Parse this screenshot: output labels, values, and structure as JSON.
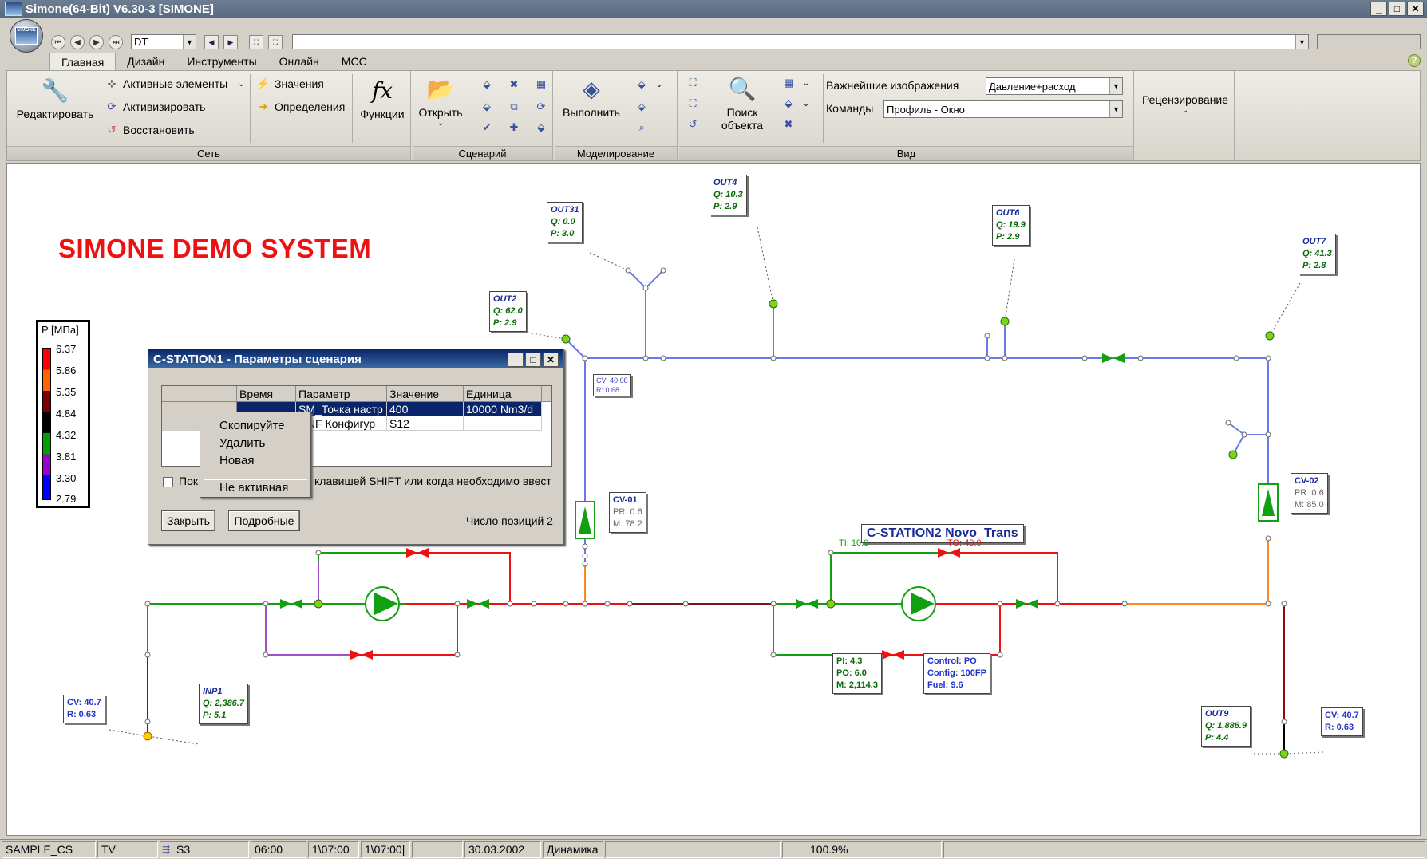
{
  "window": {
    "title": "Simone(64-Bit) V6.30-3 [SIMONE]"
  },
  "quickbar": {
    "orb_label": "SIMONE",
    "combo_value": "DT"
  },
  "tabs": [
    "Главная",
    "Дизайн",
    "Инструменты",
    "Онлайн",
    "MCC"
  ],
  "ribbon": {
    "net": {
      "label": "Сеть",
      "edit": "Редактировать",
      "active_elements": "Активные элементы",
      "activate": "Активизировать",
      "restore": "Восстановить",
      "values": "Значения",
      "definitions": "Определения",
      "functions": "Функции"
    },
    "scenario": {
      "label": "Сценарий",
      "open": "Открыть"
    },
    "modeling": {
      "label": "Моделирование",
      "run": "Выполнить"
    },
    "view": {
      "label": "Вид",
      "search_line1": "Поиск",
      "search_line2": "объекта",
      "key_images_label": "Важнейшие изображения",
      "key_images_value": "Давление+расход",
      "commands_label": "Команды",
      "commands_value": "Профиль - Окно"
    },
    "review": {
      "label": "Рецензирование"
    }
  },
  "canvas": {
    "demo_title": "SIMONE DEMO SYSTEM",
    "station2_label": "C-STATION2  Novo_Trans",
    "ti_label": "TI: 10.0",
    "to_label": "TO: 40.9"
  },
  "legend": {
    "title": "P [МПа]",
    "values": [
      "6.37",
      "5.86",
      "5.35",
      "4.84",
      "4.32",
      "3.81",
      "3.30",
      "2.79"
    ]
  },
  "boxes": {
    "out31": {
      "name": "OUT31",
      "q": "Q: 0.0",
      "p": "P: 3.0"
    },
    "out4": {
      "name": "OUT4",
      "q": "Q: 10.3",
      "p": "P: 2.9"
    },
    "out6": {
      "name": "OUT6",
      "q": "Q: 19.9",
      "p": "P: 2.9"
    },
    "out7": {
      "name": "OUT7",
      "q": "Q: 41.3",
      "p": "P: 2.8"
    },
    "out2": {
      "name": "OUT2",
      "q": "Q: 62.0",
      "p": "P: 2.9"
    },
    "inp1": {
      "name": "INP1",
      "q": "Q: 2,386.7",
      "p": "P: 5.1"
    },
    "out9": {
      "name": "OUT9",
      "q": "Q: 1,886.9",
      "p": "P: 4.4"
    },
    "cv_left": {
      "cv": "CV: 40.7",
      "r": "R: 0.63"
    },
    "cv_right": {
      "cv": "CV: 40.7",
      "r": "R: 0.63"
    },
    "cv_small": {
      "cv": "CV: 40.68",
      "r": "R: 0.68"
    },
    "cv01": {
      "name": "CV-01",
      "pr": "PR: 0.6",
      "m": "M: 78.2"
    },
    "cv02": {
      "name": "CV-02",
      "pr": "PR: 0.6",
      "m": "M: 85.0"
    },
    "station_pressure": {
      "pi": "PI: 4.3",
      "po": "PO: 6.0",
      "m": "M: 2,114.3"
    },
    "station_control": {
      "control": "Control: PO",
      "config": "Config: 100FP",
      "fuel": "Fuel: 9.6"
    }
  },
  "dialog": {
    "title": "C-STATION1 - Параметры сценария",
    "columns": [
      "Время",
      "Параметр",
      "Значение",
      "Единица"
    ],
    "rows": [
      {
        "time": "",
        "param": "SM_Точка настр",
        "value": "400",
        "unit": "10000 Nm3/d"
      },
      {
        "time": "",
        "param": "ONF Конфигур",
        "value": "S12",
        "unit": ""
      }
    ],
    "checkbox_text_left": "Пок",
    "checkbox_text_right": "клавишей SHIFT или когда необходимо ввест",
    "close_button": "Закрыть",
    "details_button": "Подробные",
    "count_text": "Число позиций 2"
  },
  "context_menu": [
    "Скопируйте",
    "Удалить",
    "Новая",
    "Не активная"
  ],
  "statusbar": [
    "SAMPLE_CS",
    "TV",
    "S3",
    "06:00",
    "1\\07:00",
    "1\\07:00|",
    "30.03.2002",
    "Динамика",
    "100.9%"
  ],
  "colors": {
    "pipe_blue": "#6a7ae8",
    "pipe_green": "#12a012",
    "pipe_red": "#ee1111",
    "pipe_purple": "#a050c8",
    "pipe_orange": "#ff8822",
    "pipe_dark": "#8a1010",
    "title_red": "#ee1111"
  }
}
